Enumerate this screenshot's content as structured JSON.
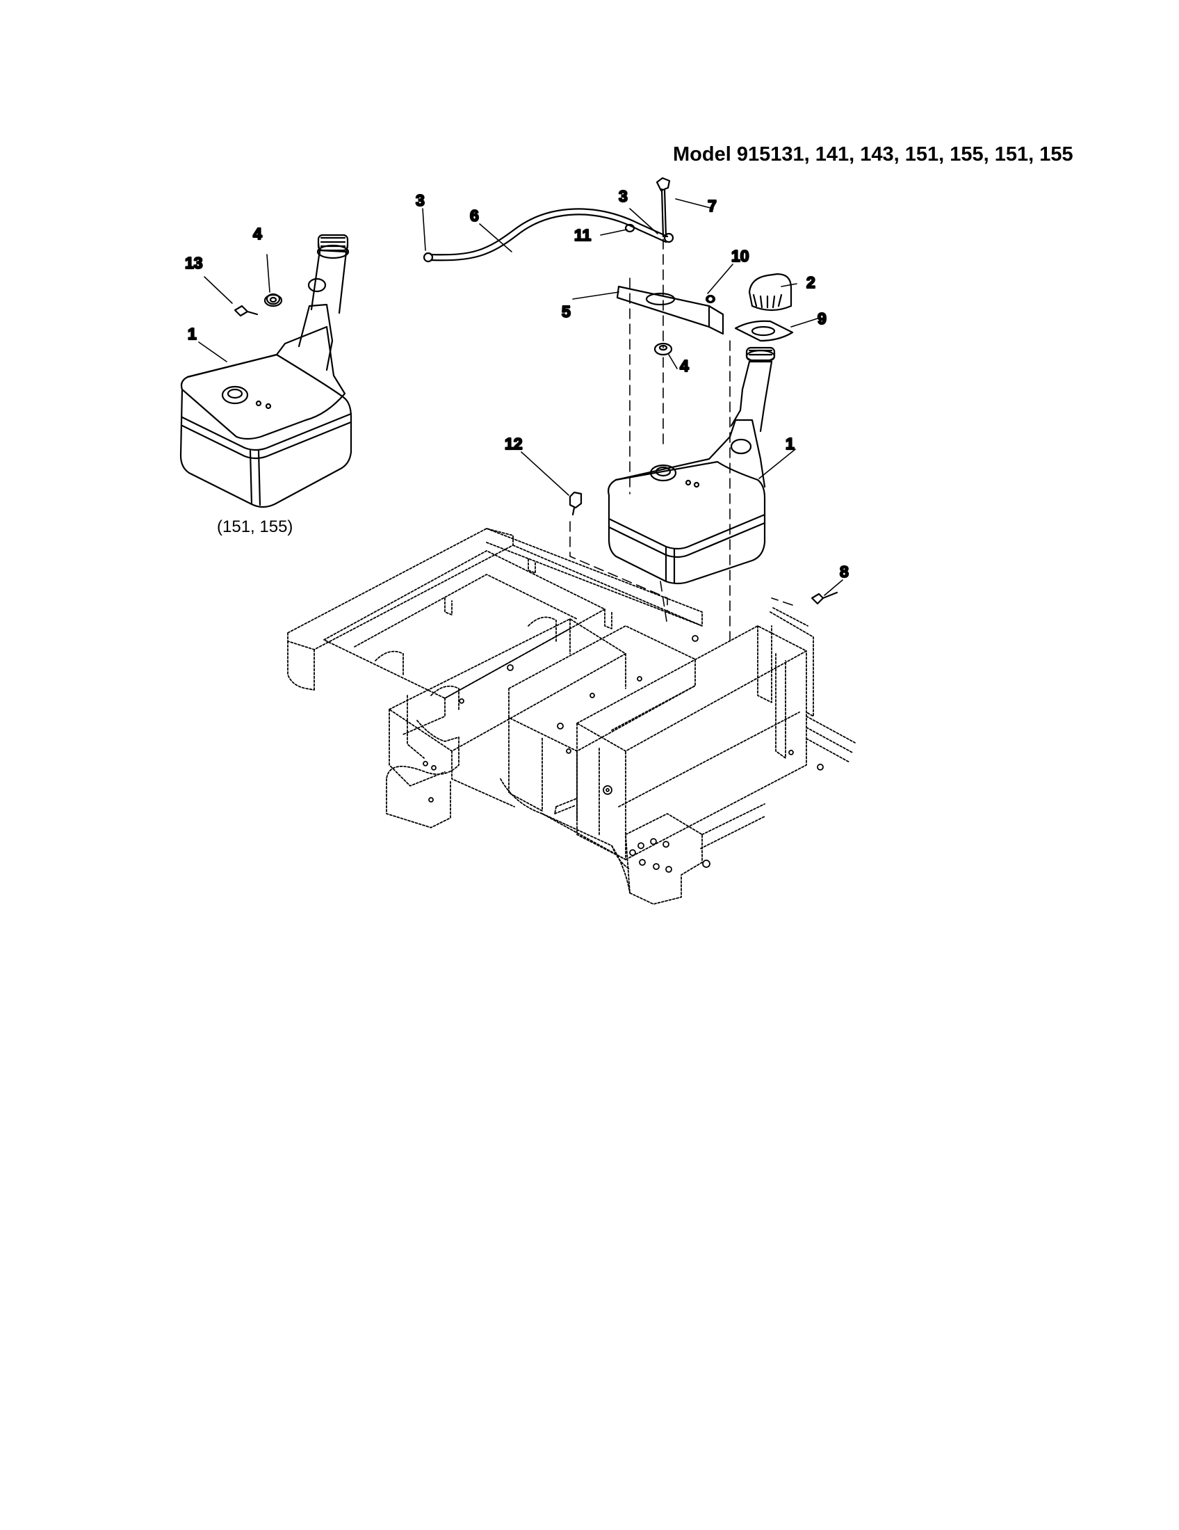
{
  "title": "Model 915131, 141, 143, 151, 155, 151, 155",
  "variant_note": "(151, 155)",
  "callouts": {
    "c1_left": "1",
    "c13": "13",
    "c4_left": "4",
    "c3_left": "3",
    "c6": "6",
    "c3_right": "3",
    "c7": "7",
    "c11": "11",
    "c10": "10",
    "c2": "2",
    "c5": "5",
    "c9": "9",
    "c4_right": "4",
    "c12": "12",
    "c1_right": "1",
    "c8": "8"
  },
  "colors": {
    "ink": "#000000",
    "paper": "#ffffff"
  }
}
